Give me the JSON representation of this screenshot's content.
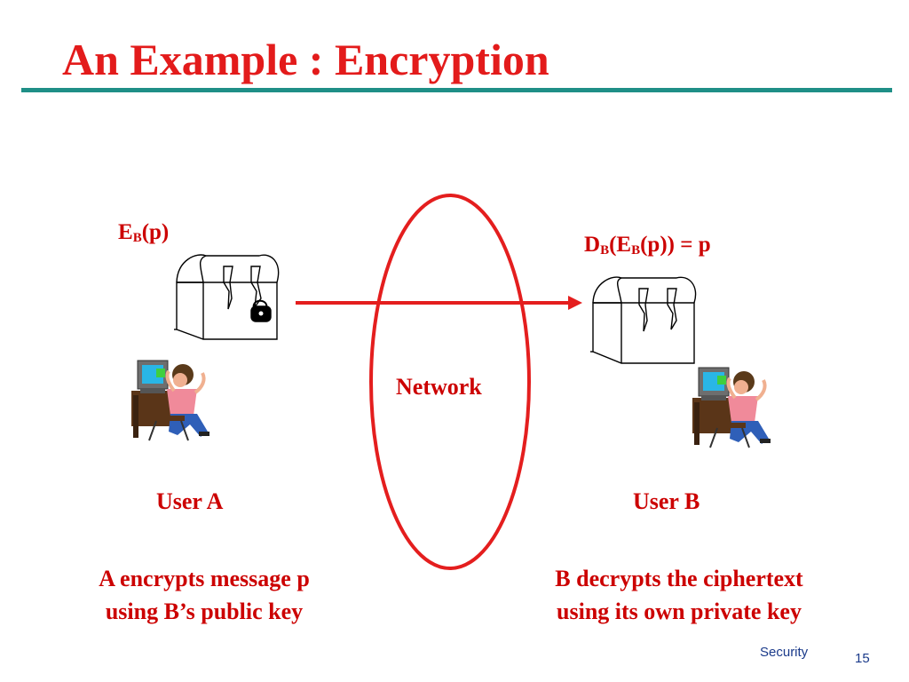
{
  "slide": {
    "title": "An Example : Encryption",
    "accent_color": "#e31b1b",
    "rule_color": "#1f8f87"
  },
  "user_a": {
    "formula_main": "E",
    "formula_sub": "B",
    "formula_rest": "(p)",
    "name": "User A",
    "caption_line1": "A encrypts message p",
    "caption_line2": "using B’s public key"
  },
  "network": {
    "label": "Network"
  },
  "user_b": {
    "formula_part1": "D",
    "formula_sub1": "B",
    "formula_part2": "(E",
    "formula_sub2": "B",
    "formula_part3": "(p)) = p",
    "name": "User B",
    "caption_line1": "B decrypts the ciphertext",
    "caption_line2": "using its own private key"
  },
  "footer": {
    "section": "Security",
    "page_number": "15"
  },
  "icons": [
    "locked-chest-icon",
    "unlocked-chest-icon",
    "user-at-computer-icon",
    "arrow-icon",
    "network-ellipse"
  ]
}
